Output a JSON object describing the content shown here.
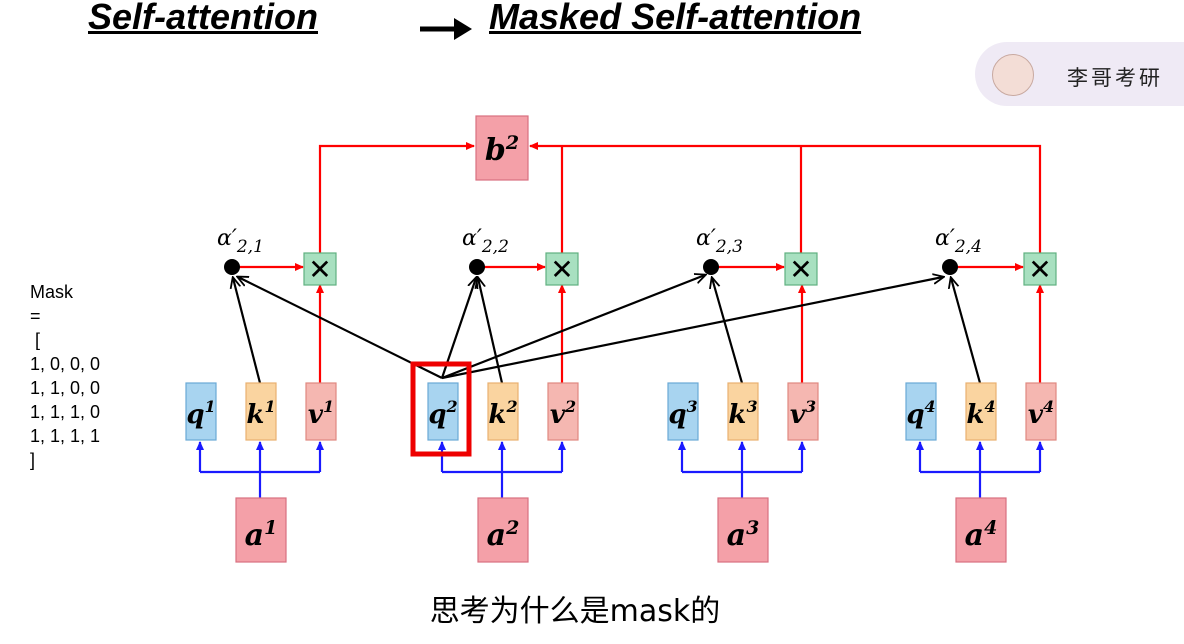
{
  "title": {
    "left": "Self-attention",
    "right": "Masked Self-attention"
  },
  "badge": {
    "name": "李哥考研"
  },
  "mask": {
    "label": "Mask",
    "eq": "=",
    "open": " [",
    "rows": [
      "1, 0, 0, 0",
      "1, 1, 0, 0",
      "1, 1, 1, 0",
      "1, 1, 1, 1"
    ],
    "close": "]"
  },
  "nodes": {
    "output": {
      "base": "b",
      "sup": "2"
    },
    "attention": [
      {
        "base": "α′",
        "sub": "2,1"
      },
      {
        "base": "α′",
        "sub": "2,2"
      },
      {
        "base": "α′",
        "sub": "2,3"
      },
      {
        "base": "α′",
        "sub": "2,4"
      }
    ],
    "multiply_symbol": "✕",
    "columns": [
      {
        "q": "q",
        "k": "k",
        "v": "v",
        "a": "a",
        "idx": "1"
      },
      {
        "q": "q",
        "k": "k",
        "v": "v",
        "a": "a",
        "idx": "2"
      },
      {
        "q": "q",
        "k": "k",
        "v": "v",
        "a": "a",
        "idx": "3"
      },
      {
        "q": "q",
        "k": "k",
        "v": "v",
        "a": "a",
        "idx": "4"
      }
    ]
  },
  "colors": {
    "q_fill": "#a8d4f0",
    "q_stroke": "#6aa9d6",
    "k_fill": "#fad4a0",
    "k_stroke": "#e8b070",
    "v_fill": "#f5b7b1",
    "v_stroke": "#e08880",
    "a_fill": "#f4a0a8",
    "a_stroke": "#d87080",
    "mult_fill": "#a8e0c0",
    "mult_stroke": "#60b080",
    "red_line": "#ff0000",
    "blue_line": "#1a1aff",
    "highlight": "#ee0000"
  },
  "footer": "思考为什么是mask的"
}
